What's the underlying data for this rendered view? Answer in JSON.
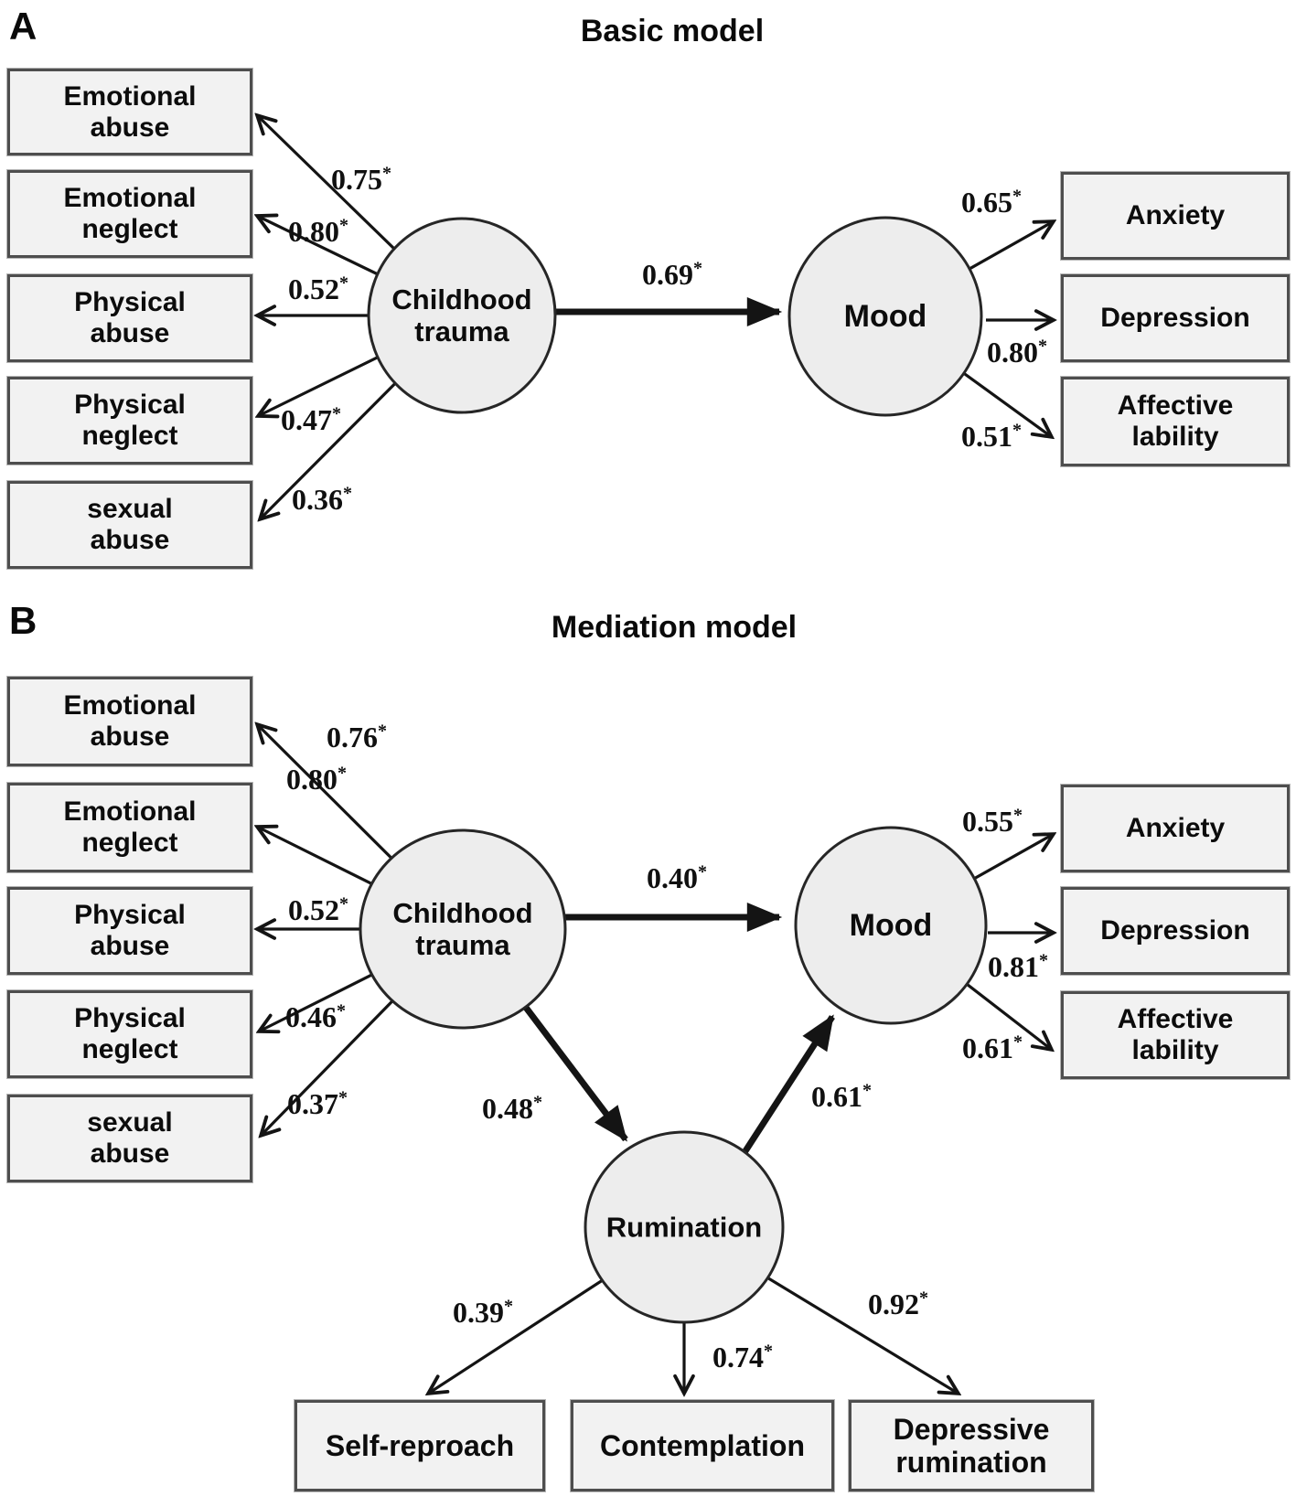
{
  "sig": {
    "star": "*"
  },
  "panelA": {
    "label": "A",
    "title": "Basic model",
    "latents": {
      "childhood_trauma": {
        "lines": [
          "Childhood",
          "trauma"
        ]
      },
      "mood": {
        "lines": [
          "Mood"
        ]
      }
    },
    "structural_paths": {
      "ct_mood": {
        "value": "0.69"
      }
    },
    "indicators_left": [
      {
        "lines": [
          "Emotional",
          "abuse"
        ],
        "loading": "0.75"
      },
      {
        "lines": [
          "Emotional",
          "neglect"
        ],
        "loading": "0.80"
      },
      {
        "lines": [
          "Physical",
          "abuse"
        ],
        "loading": "0.52"
      },
      {
        "lines": [
          "Physical",
          "neglect"
        ],
        "loading": "0.47"
      },
      {
        "lines": [
          "sexual",
          "abuse"
        ],
        "loading": "0.36"
      }
    ],
    "indicators_right": [
      {
        "lines": [
          "Anxiety"
        ],
        "loading": "0.65"
      },
      {
        "lines": [
          "Depression"
        ],
        "loading": "0.80"
      },
      {
        "lines": [
          "Affective",
          "lability"
        ],
        "loading": "0.51"
      }
    ]
  },
  "panelB": {
    "label": "B",
    "title": "Mediation model",
    "latents": {
      "childhood_trauma": {
        "lines": [
          "Childhood",
          "trauma"
        ]
      },
      "mood": {
        "lines": [
          "Mood"
        ]
      },
      "rumination": {
        "lines": [
          "Rumination"
        ]
      }
    },
    "structural_paths": {
      "ct_mood": {
        "value": "0.40"
      },
      "ct_rumination": {
        "value": "0.48"
      },
      "rumination_mood": {
        "value": "0.61"
      }
    },
    "indicators_left": [
      {
        "lines": [
          "Emotional",
          "abuse"
        ],
        "loading": "0.76"
      },
      {
        "lines": [
          "Emotional",
          "neglect"
        ],
        "loading": "0.80"
      },
      {
        "lines": [
          "Physical",
          "abuse"
        ],
        "loading": "0.52"
      },
      {
        "lines": [
          "Physical",
          "neglect"
        ],
        "loading": "0.46"
      },
      {
        "lines": [
          "sexual",
          "abuse"
        ],
        "loading": "0.37"
      }
    ],
    "indicators_right": [
      {
        "lines": [
          "Anxiety"
        ],
        "loading": "0.55"
      },
      {
        "lines": [
          "Depression"
        ],
        "loading": "0.81"
      },
      {
        "lines": [
          "Affective",
          "lability"
        ],
        "loading": "0.61"
      }
    ],
    "indicators_bottom": [
      {
        "lines": [
          "Self-reproach"
        ],
        "loading": "0.39"
      },
      {
        "lines": [
          "Contemplation"
        ],
        "loading": "0.74"
      },
      {
        "lines": [
          "Depressive",
          "rumination"
        ],
        "loading": "0.92"
      }
    ]
  }
}
